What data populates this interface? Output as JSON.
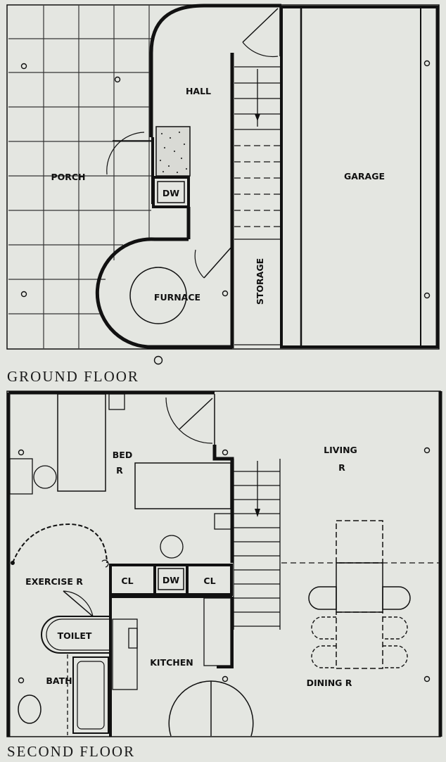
{
  "floors": {
    "ground": {
      "title": "GROUND FLOOR",
      "rooms": {
        "hall": "HALL",
        "porch": "PORCH",
        "dw": "DW",
        "garage": "GARAGE",
        "furnace": "FURNACE",
        "storage": "STORAGE"
      }
    },
    "second": {
      "title": "SECOND FLOOR",
      "rooms": {
        "bed": "BED",
        "bed_r": "R",
        "living": "LIVING",
        "living_r": "R",
        "exercise": "EXERCISE R",
        "cl_left": "CL",
        "dw": "DW",
        "cl_right": "CL",
        "toilet": "TOILET",
        "kitchen": "KITCHEN",
        "bath": "BATH",
        "dining": "DINING R"
      }
    }
  },
  "colors": {
    "ink": "#111111",
    "paper": "#e4e6e1"
  }
}
